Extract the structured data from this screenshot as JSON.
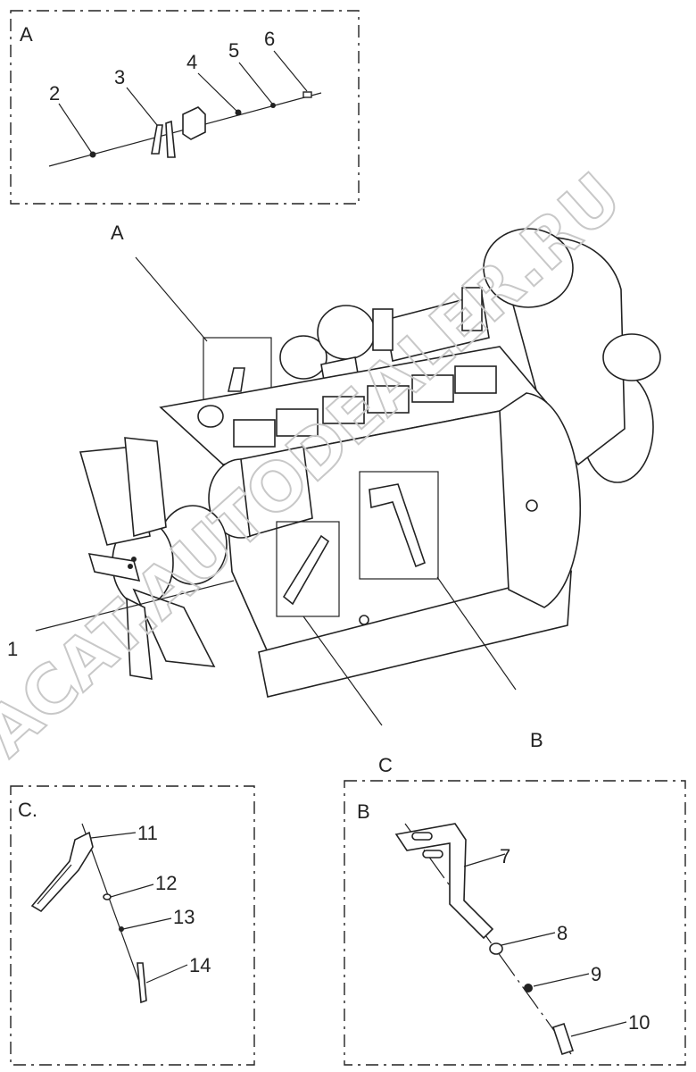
{
  "view_labels": {
    "A_box": "A",
    "A_pointer": "A",
    "B_box": "B",
    "B_pointer": "B",
    "C_box": "C.",
    "C_pointer": "C"
  },
  "part_numbers": [
    "1",
    "2",
    "3",
    "4",
    "5",
    "6",
    "7",
    "8",
    "9",
    "10",
    "11",
    "12",
    "13",
    "14"
  ],
  "watermark": "ACAT.AUTODEALER.RU"
}
